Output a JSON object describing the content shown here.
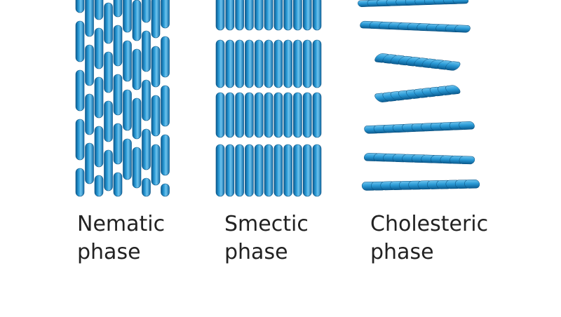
{
  "colors": {
    "molecule_dark": "#0a5a8f",
    "molecule_mid": "#1e8ccc",
    "molecule_light": "#6fc4ee",
    "label_text": "#222222"
  },
  "phases": [
    {
      "name": "Nematic",
      "line2": "phase",
      "arrangement": "aligned rods, random positions"
    },
    {
      "name": "Smectic",
      "line2": "phase",
      "arrangement": "aligned rods in layers"
    },
    {
      "name": "Cholesteric",
      "line2": "phase",
      "arrangement": "twisted stacked layers"
    }
  ]
}
